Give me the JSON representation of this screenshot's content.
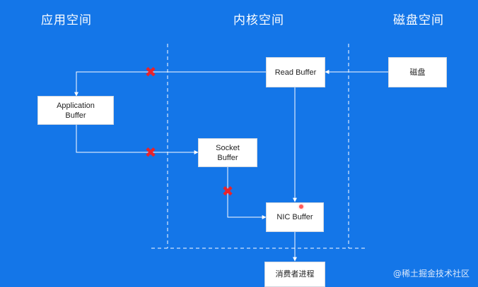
{
  "regions": {
    "app_space": "应用空间",
    "kernel_space": "内核空间",
    "disk_space": "磁盘空间"
  },
  "boxes": {
    "read_buffer": "Read Buffer",
    "disk": "磁盘",
    "application_buffer": [
      "Application",
      "Buffer"
    ],
    "socket_buffer": [
      "Socket",
      "Buffer"
    ],
    "nic_buffer": "NIC Buffer",
    "consumer_process": "消费者进程"
  },
  "watermark": "@稀土掘金技术社区",
  "colors": {
    "background": "#1476e8",
    "box": "#ffffff",
    "line": "#ffffff",
    "blocked_mark": "#e8232b"
  }
}
